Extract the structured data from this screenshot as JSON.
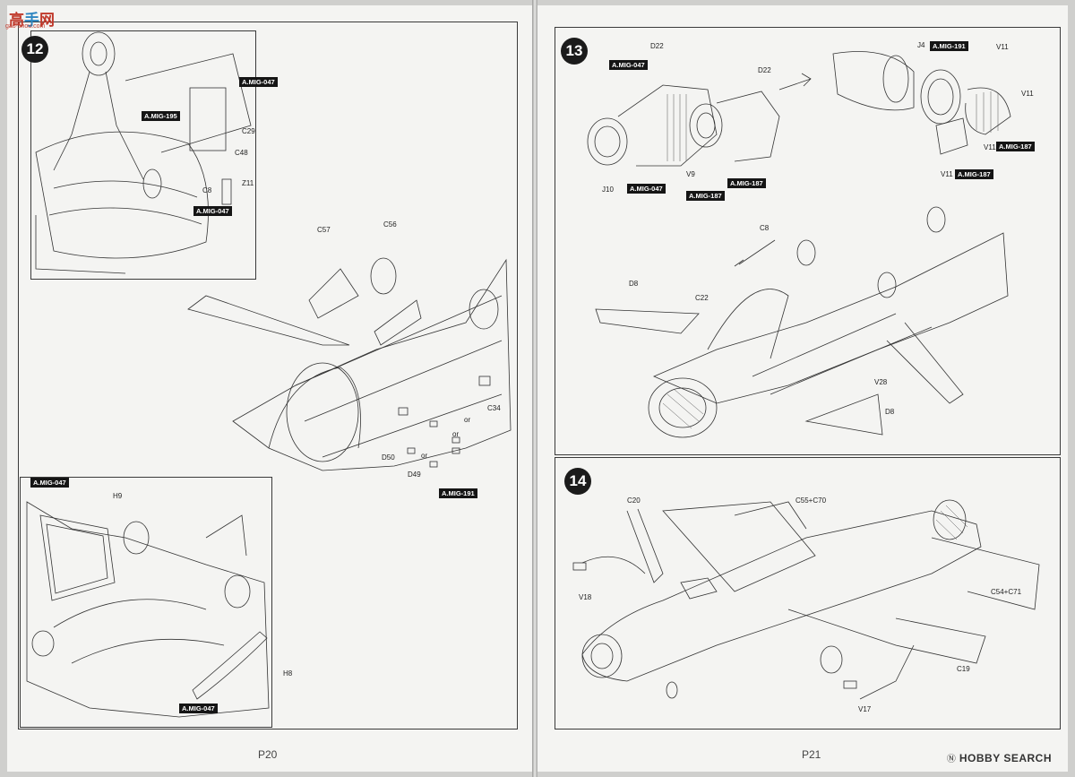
{
  "watermark": {
    "logo_chars": [
      "高",
      "手",
      "网"
    ],
    "url": "gao-shou.com",
    "brand_mark": "Ⓝ",
    "brand": "HOBBY SEARCH"
  },
  "pages": {
    "left_number": "P20",
    "right_number": "P21"
  },
  "steps": [
    {
      "number": "12"
    },
    {
      "number": "13"
    },
    {
      "number": "14"
    }
  ],
  "step12": {
    "tags": [
      "A.MIG-047",
      "A.MIG-195",
      "A.MIG-047",
      "A.MIG-191",
      "A.MIG-047",
      "A.MIG-047"
    ],
    "parts": [
      "C29",
      "C48",
      "Z11",
      "C8",
      "C57",
      "C56",
      "C34",
      "D50",
      "D49",
      "H9",
      "H8"
    ],
    "or_labels": [
      "or",
      "or",
      "or"
    ]
  },
  "step13": {
    "tags": [
      "A.MIG-047",
      "A.MIG-191",
      "A.MIG-187",
      "A.MIG-187",
      "A.MIG-047",
      "A.MIG-187",
      "A.MIG-187"
    ],
    "parts": [
      "D22",
      "D22",
      "J4",
      "V11",
      "V11",
      "V11",
      "V11",
      "J10",
      "V9",
      "C8",
      "D8",
      "C22",
      "V28",
      "D8"
    ]
  },
  "step14": {
    "parts": [
      "C20",
      "C55+C70",
      "C54+C71",
      "V18",
      "C19",
      "V17"
    ]
  }
}
